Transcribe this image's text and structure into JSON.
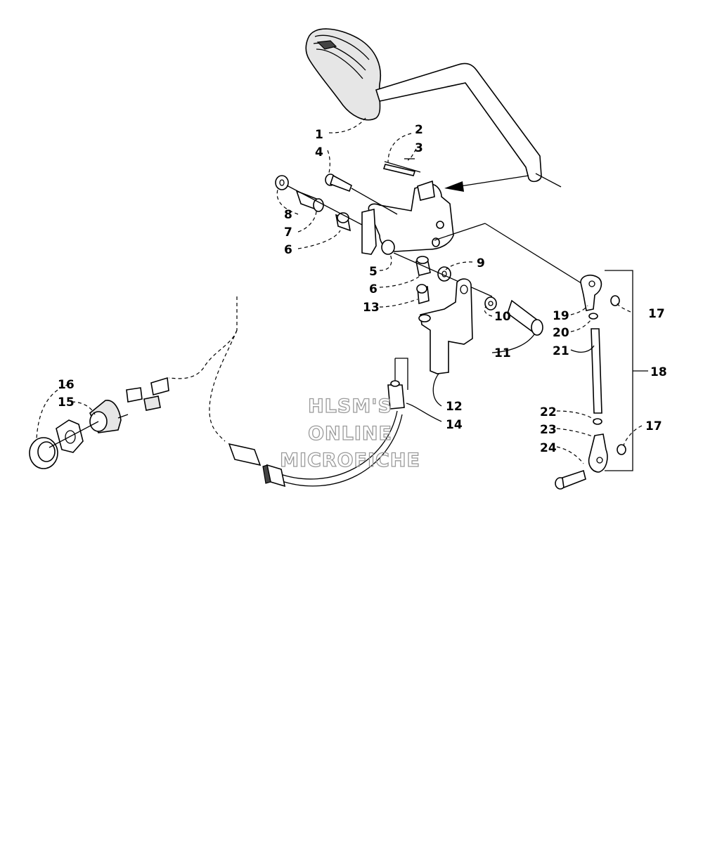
{
  "watermark": {
    "line1": "HLSM'S",
    "line2": "ONLINE",
    "line3": "MICROFICHE"
  },
  "callouts": [
    {
      "id": "1",
      "text": "1"
    },
    {
      "id": "2",
      "text": "2"
    },
    {
      "id": "3",
      "text": "3"
    },
    {
      "id": "4",
      "text": "4"
    },
    {
      "id": "5",
      "text": "5"
    },
    {
      "id": "6a",
      "text": "6"
    },
    {
      "id": "6b",
      "text": "6"
    },
    {
      "id": "7",
      "text": "7"
    },
    {
      "id": "8",
      "text": "8"
    },
    {
      "id": "9",
      "text": "9"
    },
    {
      "id": "10",
      "text": "10"
    },
    {
      "id": "11",
      "text": "11"
    },
    {
      "id": "12",
      "text": "12"
    },
    {
      "id": "13",
      "text": "13"
    },
    {
      "id": "14",
      "text": "14"
    },
    {
      "id": "15",
      "text": "15"
    },
    {
      "id": "16",
      "text": "16"
    },
    {
      "id": "17a",
      "text": "17"
    },
    {
      "id": "17b",
      "text": "17"
    },
    {
      "id": "18",
      "text": "18"
    },
    {
      "id": "19",
      "text": "19"
    },
    {
      "id": "20",
      "text": "20"
    },
    {
      "id": "21",
      "text": "21"
    },
    {
      "id": "22",
      "text": "22"
    },
    {
      "id": "23",
      "text": "23"
    },
    {
      "id": "24",
      "text": "24"
    }
  ]
}
